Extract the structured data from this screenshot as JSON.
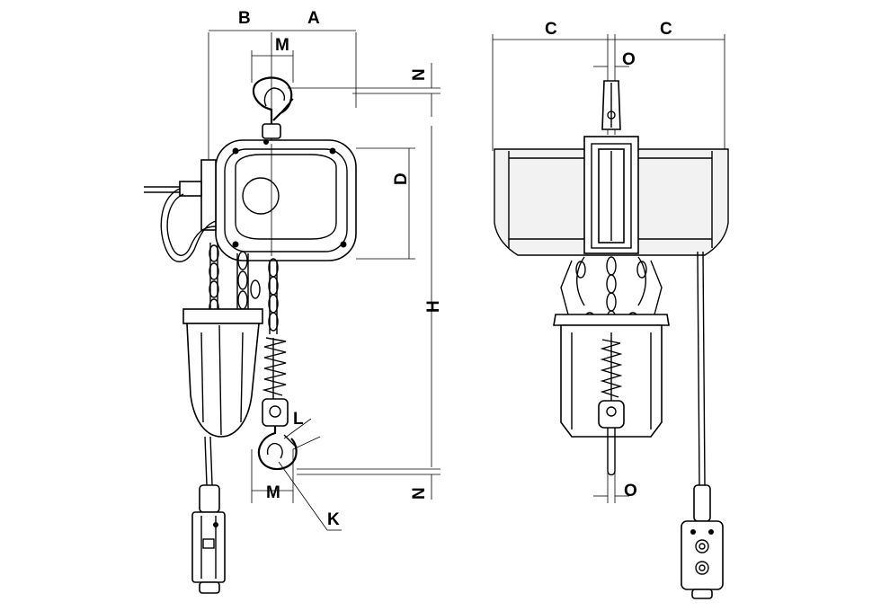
{
  "labels": {
    "B": "B",
    "A": "A",
    "M_top": "M",
    "N_top": "N",
    "D": "D",
    "H": "H",
    "L": "L",
    "M_bottom": "M",
    "N_bottom": "N",
    "K": "K",
    "C_left": "C",
    "C_right": "C",
    "O_top": "O",
    "O_bottom": "O"
  }
}
